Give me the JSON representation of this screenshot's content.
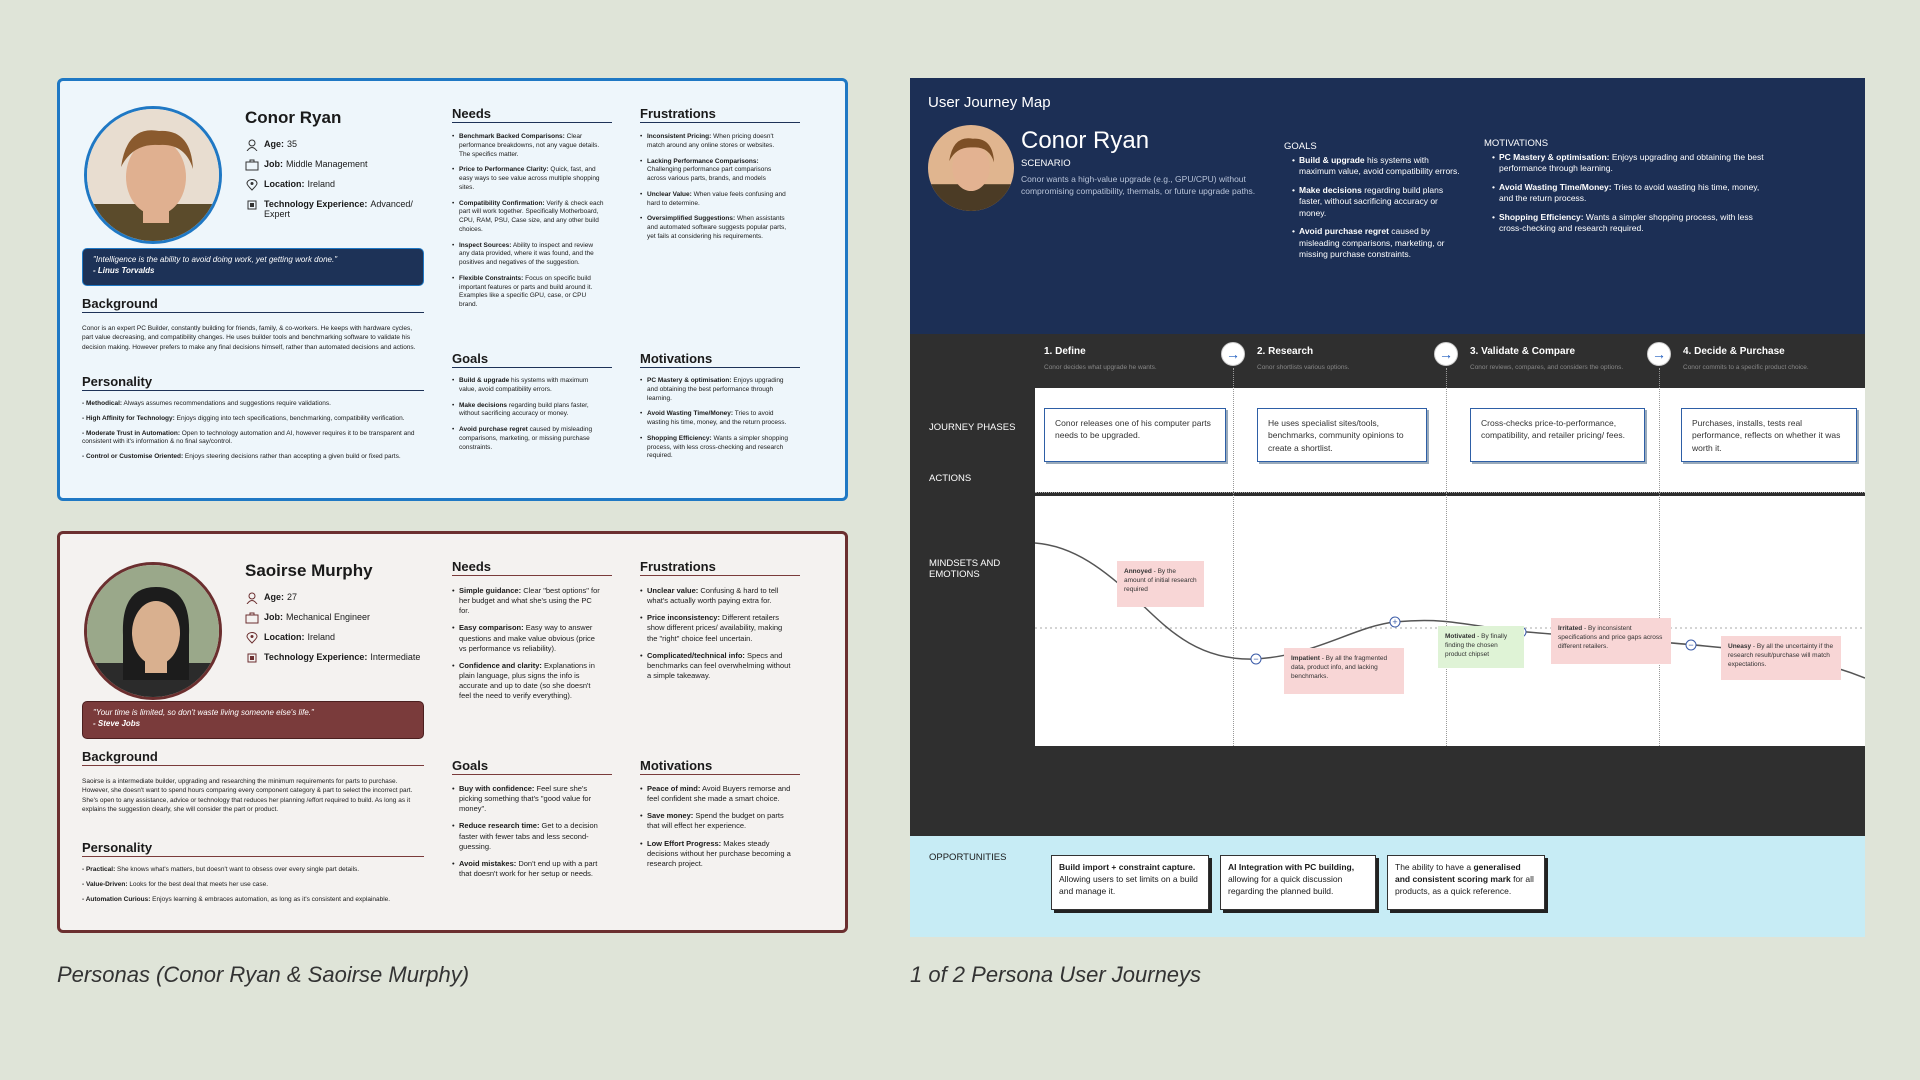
{
  "persona1": {
    "name": "Conor Ryan",
    "age_label": "Age:",
    "age": "35",
    "job_label": "Job:",
    "job": "Middle Management",
    "location_label": "Location:",
    "location": "Ireland",
    "tech_label": "Technology Experience:",
    "tech": "Advanced/ Expert",
    "quote": "\"Intelligence is the ability to avoid doing work, yet getting work done.\"",
    "quote_author": "- Linus Torvalds",
    "background_title": "Background",
    "background": "Conor is an expert PC Builder, constantly building for friends, family, & co-workers. He keeps with hardware cycles, part value decreasing, and compatibility changes. He uses builder tools and benchmarking software to validate his decision making. However prefers to make any final decisions himself, rather than automated decisions and actions.",
    "personality_title": "Personality",
    "personality": [
      {
        "k": "- Methodical:",
        "v": " Always assumes recommendations and suggestions require validations."
      },
      {
        "k": "- High Affinity for Technology:",
        "v": " Enjoys digging into tech specifications, benchmarking, compatibility verification."
      },
      {
        "k": "- Moderate Trust in Automation:",
        "v": " Open to technology automation and AI, however requires it to be transparent and consistent with it's information & no final say/control."
      },
      {
        "k": "- Control or Customise Oriented:",
        "v": " Enjoys steering decisions rather than accepting a given build or fixed parts."
      }
    ],
    "needs_title": "Needs",
    "needs": [
      {
        "k": "Benchmark Backed Comparisons:",
        "v": " Clear performance breakdowns, not any vague details. The specifics matter."
      },
      {
        "k": "Price to Performance Clarity:",
        "v": " Quick, fast, and easy ways to see value across multiple shopping sites."
      },
      {
        "k": "Compatibility Confirmation:",
        "v": " Verify & check each part will work together. Specifically Motherboard, CPU, RAM, PSU, Case size, and any other build choices."
      },
      {
        "k": "Inspect Sources:",
        "v": " Ability to inspect and review any data provided, where it was found, and the positives and negatives of the suggestion."
      },
      {
        "k": "Flexible Constraints:",
        "v": " Focus on specific build important features or parts and build around it. Examples like a specific GPU, case, or CPU brand."
      }
    ],
    "frustrations_title": "Frustrations",
    "frustrations": [
      {
        "k": "Inconsistent Pricing:",
        "v": " When pricing doesn't match around any online stores or websites."
      },
      {
        "k": "Lacking Performance Comparisons:",
        "v": " Challenging performance part comparisons across various parts, brands, and models"
      },
      {
        "k": "Unclear Value:",
        "v": " When value feels confusing and hard to determine."
      },
      {
        "k": "Oversimplified Suggestions:",
        "v": " When assistants and automated software suggests popular parts, yet fails at considering his requirements."
      }
    ],
    "goals_title": "Goals",
    "goals": [
      {
        "k": "Build & upgrade",
        "v": " his systems with maximum value, avoid compatibility errors."
      },
      {
        "k": "Make decisions",
        "v": " regarding build plans faster, without sacrificing accuracy or money."
      },
      {
        "k": "Avoid purchase regret",
        "v": " caused by misleading comparisons, marketing, or missing purchase constraints."
      }
    ],
    "motivations_title": "Motivations",
    "motivations": [
      {
        "k": "PC Mastery & optimisation:",
        "v": " Enjoys upgrading and obtaining the best performance through learning."
      },
      {
        "k": "Avoid Wasting Time/Money:",
        "v": " Tries to avoid wasting his time, money, and the return process."
      },
      {
        "k": "Shopping Efficiency:",
        "v": " Wants a simpler shopping process, with less cross-checking and research required."
      }
    ]
  },
  "persona2": {
    "name": "Saoirse Murphy",
    "age_label": "Age:",
    "age": "27",
    "job_label": "Job:",
    "job": "Mechanical Engineer",
    "location_label": "Location:",
    "location": "Ireland",
    "tech_label": "Technology Experience:",
    "tech": "Intermediate",
    "quote": "\"Your time is limited, so don't waste living someone else's life.\"",
    "quote_author": "- Steve Jobs",
    "background_title": "Background",
    "background": "Saoirse is a intermediate builder, upgrading and researching the minimum requirements for parts to purchase. However, she doesn't want to spend hours comparing every component category & part to select the incorrect part. She's open to any assistance, advice or technology that reduces her planning /effort required to build. As long as it explains the suggestion clearly, she will consider the part or product.",
    "personality_title": "Personality",
    "personality": [
      {
        "k": "- Practical:",
        "v": " She knows what's matters, but doesn't want to obsess over every single part details."
      },
      {
        "k": "- Value-Driven:",
        "v": " Looks for the best deal that meets her use case."
      },
      {
        "k": "- Automation Curious:",
        "v": " Enjoys learning & embraces automation, as long as it's consistent and explainable."
      }
    ],
    "needs_title": "Needs",
    "needs": [
      {
        "k": "Simple guidance:",
        "v": " Clear \"best options\" for her budget and what she's using the PC for."
      },
      {
        "k": "Easy comparison:",
        "v": " Easy way to answer questions and make value obvious (price vs performance vs reliability)."
      },
      {
        "k": "Confidence and clarity:",
        "v": " Explanations in plain language, plus signs the info is accurate and up to date (so she doesn't feel the need to verify everything)."
      }
    ],
    "frustrations_title": "Frustrations",
    "frustrations": [
      {
        "k": "Unclear value:",
        "v": " Confusing & hard to tell what's actually worth paying extra for."
      },
      {
        "k": "Price inconsistency:",
        "v": " Different retailers show different prices/ availability, making the \"right\" choice feel uncertain."
      },
      {
        "k": "Complicated/technical info:",
        "v": " Specs and benchmarks can feel overwhelming without a simple takeaway."
      }
    ],
    "goals_title": "Goals",
    "goals": [
      {
        "k": "Buy with confidence:",
        "v": " Feel sure she's picking something that's \"good value for money\"."
      },
      {
        "k": "Reduce research time:",
        "v": " Get to a decision faster with fewer tabs and less second-guessing."
      },
      {
        "k": "Avoid mistakes:",
        "v": " Don't end up with a part that doesn't work for her setup or needs."
      }
    ],
    "motivations_title": "Motivations",
    "motivations": [
      {
        "k": "Peace of mind:",
        "v": " Avoid Buyers remorse and feel confident she made a smart choice."
      },
      {
        "k": "Save money:",
        "v": " Spend the budget on parts that will effect her experience."
      },
      {
        "k": "Low Effort Progress:",
        "v": " Makes steady decisions without her purchase becoming a research project."
      }
    ]
  },
  "captions": {
    "left": "Personas (Conor Ryan & Saoirse Murphy)",
    "right": "1 of 2 Persona User Journeys"
  },
  "journey": {
    "title": "User Journey Map",
    "name": "Conor Ryan",
    "scenario_label": "SCENARIO",
    "scenario": "Conor wants a high-value upgrade (e.g., GPU/CPU) without compromising compatibility, thermals, or future upgrade paths.",
    "goals_label": "GOALS",
    "goals": [
      {
        "k": "Build & upgrade",
        "v": " his systems with maximum value, avoid compatibility errors."
      },
      {
        "k": "Make decisions",
        "v": " regarding build plans faster, without sacrificing accuracy or money."
      },
      {
        "k": "Avoid purchase regret",
        "v": " caused by misleading comparisons, marketing, or missing purchase constraints."
      }
    ],
    "motivations_label": "MOTIVATIONS",
    "motivations": [
      {
        "k": "PC Mastery & optimisation:",
        "v": " Enjoys upgrading and obtaining the best performance through learning."
      },
      {
        "k": "Avoid Wasting Time/Money:",
        "v": " Tries to avoid wasting his time, money, and the return process."
      },
      {
        "k": "Shopping Efficiency:",
        "v": " Wants a simpler shopping process, with less cross-checking and research required."
      }
    ],
    "phases_label": "JOURNEY PHASES",
    "phases": [
      {
        "title": "1. Define",
        "sub": "Conor decides what upgrade he wants."
      },
      {
        "title": "2. Research",
        "sub": "Conor shortlists various options."
      },
      {
        "title": "3. Validate & Compare",
        "sub": "Conor reviews, compares, and considers the options."
      },
      {
        "title": "4. Decide & Purchase",
        "sub": "Conor commits to a specific product choice."
      }
    ],
    "actions_label": "ACTIONS",
    "actions": [
      "Conor releases one of his computer parts needs to be upgraded.",
      "He uses specialist sites/tools, benchmarks, community opinions to create a shortlist.",
      "Cross-checks price-to-performance, compatibility, and retailer pricing/ fees.",
      "Purchases, installs, tests real performance, reflects on whether it was worth it."
    ],
    "emotions_label": "MINDSETS AND EMOTIONS",
    "emotions": [
      {
        "k": "Annoyed",
        "v": " - By the amount of initial research required"
      },
      {
        "k": "Impatient",
        "v": " - By all the fragmented data, product info, and lacking benchmarks."
      },
      {
        "k": "Motivated",
        "v": " - By finally finding the chosen product chipset"
      },
      {
        "k": "Irritated",
        "v": " - By inconsistent specifications and price gaps across different retailers."
      },
      {
        "k": "Uneasy",
        "v": " - By all the uncertainty if the research result/purchase will match expectations."
      }
    ],
    "opportunities_label": "OPPORTUNITIES",
    "opportunities": [
      {
        "b": "Build import + constraint capture.",
        "t": " Allowing users to set limits on a build and manage it.",
        "pre": ""
      },
      {
        "b": "AI Integration with PC building,",
        "t": " allowing for a quick discussion regarding the planned build.",
        "pre": ""
      },
      {
        "b": "generalised and consistent scoring mark",
        "t": " for all products, as a quick reference.",
        "pre": "The ability to have a "
      }
    ]
  }
}
